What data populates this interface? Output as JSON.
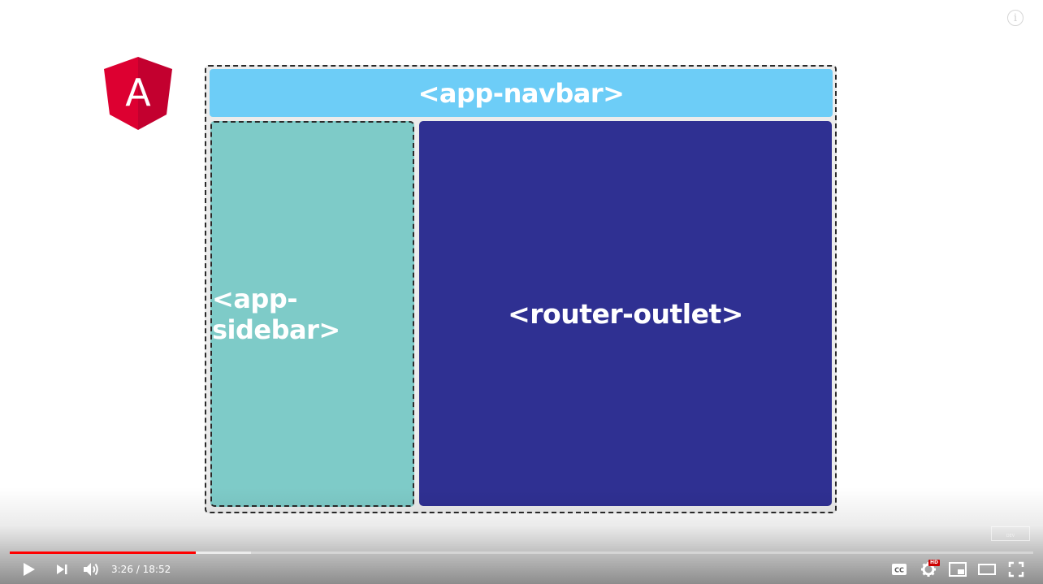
{
  "info_button": {
    "label": "i",
    "icon": "info-icon"
  },
  "logo": {
    "letter": "A",
    "name": "angular-logo",
    "color_left": "#dd0031",
    "color_right": "#c3002f"
  },
  "diagram": {
    "navbar_label": "<app-navbar>",
    "sidebar_label": "<app-sidebar>",
    "router_outlet_label": "<router-outlet>",
    "colors": {
      "navbar": "#6dcdf7",
      "sidebar": "#7ecbc8",
      "router_outlet": "#2f3092"
    }
  },
  "watermark": {
    "text": "DEV"
  },
  "player": {
    "current_time": "3:26",
    "duration": "18:52",
    "time_separator": " / ",
    "played_fraction": 0.182,
    "buffered_fraction": 0.236,
    "hd_badge": "HD",
    "icons": {
      "play": "play-icon",
      "next": "next-icon",
      "volume": "volume-icon",
      "captions": "captions-icon",
      "settings": "gear-icon",
      "miniplayer": "miniplayer-icon",
      "theater": "theater-icon",
      "fullscreen": "fullscreen-icon"
    }
  }
}
